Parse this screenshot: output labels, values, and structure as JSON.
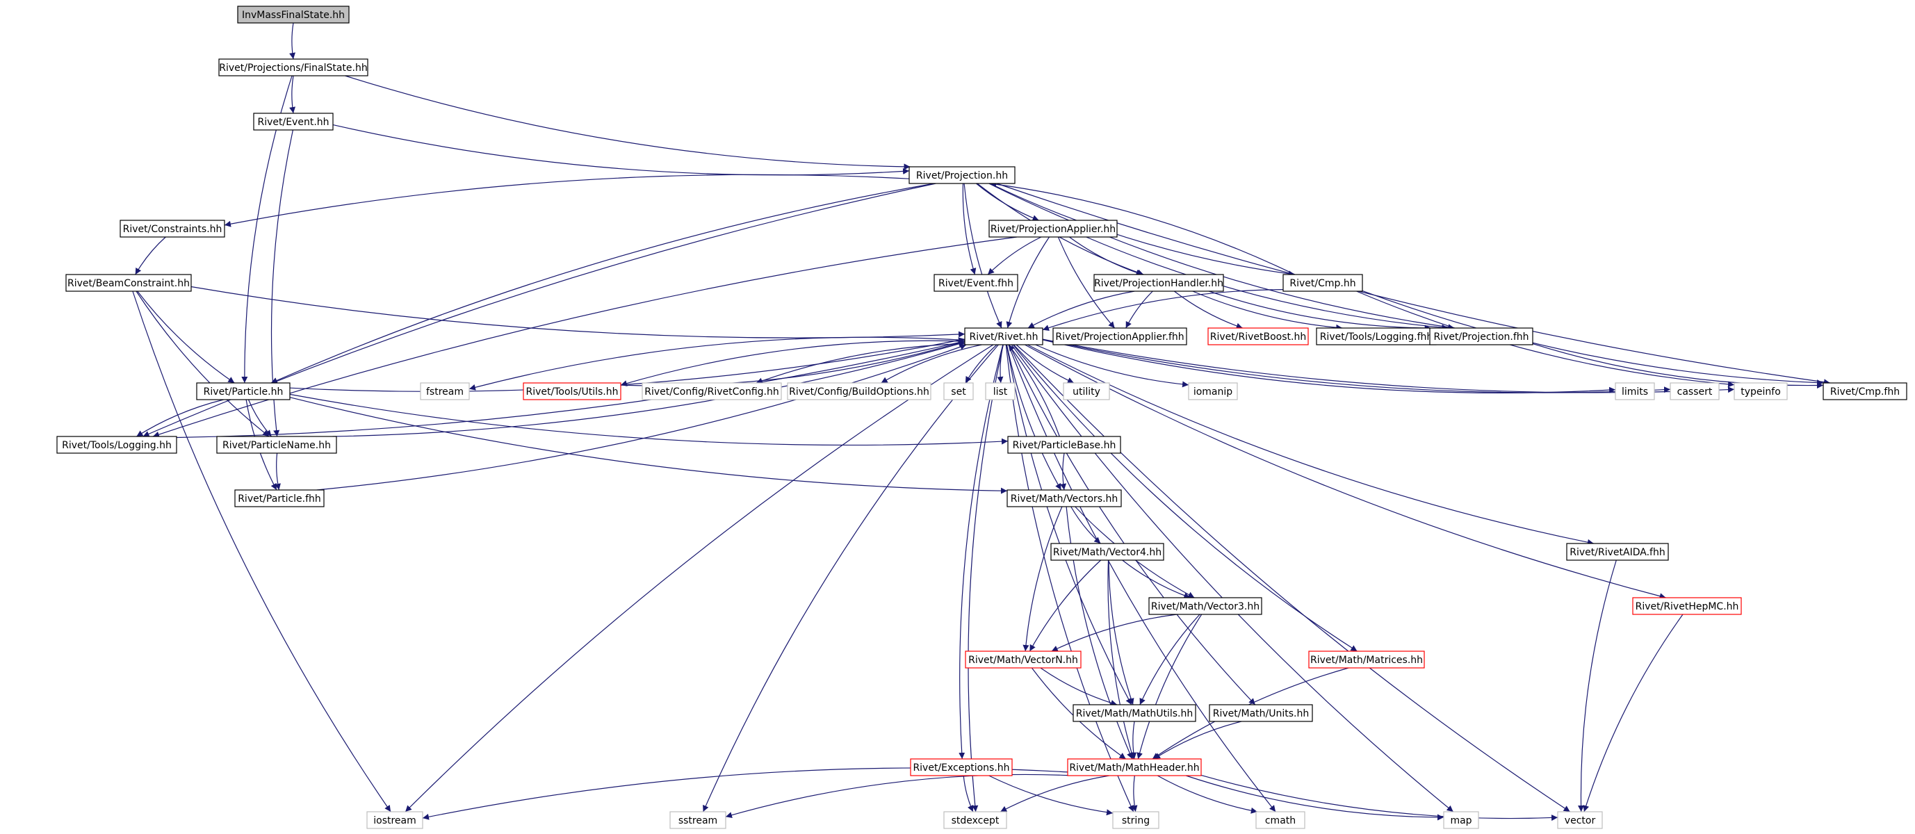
{
  "graph": {
    "colors": {
      "edge": "#191970",
      "border_normal": "#000000",
      "border_truncated": "#ff0000",
      "border_system": "#bfbfbf",
      "fill_root": "#bfbfbf",
      "fill_default": "#ffffff",
      "text": "#000000"
    },
    "nodes": [
      {
        "id": "root",
        "label": "InvMassFinalState.hh",
        "kind": "root"
      },
      {
        "id": "fs",
        "label": "Rivet/Projections/FinalState.hh",
        "kind": "normal"
      },
      {
        "id": "event",
        "label": "Rivet/Event.hh",
        "kind": "normal"
      },
      {
        "id": "proj",
        "label": "Rivet/Projection.hh",
        "kind": "normal"
      },
      {
        "id": "constraints",
        "label": "Rivet/Constraints.hh",
        "kind": "normal"
      },
      {
        "id": "projapp",
        "label": "Rivet/ProjectionApplier.hh",
        "kind": "normal"
      },
      {
        "id": "beamc",
        "label": "Rivet/BeamConstraint.hh",
        "kind": "normal"
      },
      {
        "id": "eventf",
        "label": "Rivet/Event.fhh",
        "kind": "normal"
      },
      {
        "id": "projhandler",
        "label": "Rivet/ProjectionHandler.hh",
        "kind": "normal"
      },
      {
        "id": "cmp",
        "label": "Rivet/Cmp.hh",
        "kind": "normal"
      },
      {
        "id": "rivet",
        "label": "Rivet/Rivet.hh",
        "kind": "normal"
      },
      {
        "id": "projappf",
        "label": "Rivet/ProjectionApplier.fhh",
        "kind": "normal"
      },
      {
        "id": "rivetboost",
        "label": "Rivet/RivetBoost.hh",
        "kind": "truncated"
      },
      {
        "id": "toolslogf",
        "label": "Rivet/Tools/Logging.fhh",
        "kind": "normal"
      },
      {
        "id": "projf",
        "label": "Rivet/Projection.fhh",
        "kind": "normal"
      },
      {
        "id": "particle",
        "label": "Rivet/Particle.hh",
        "kind": "normal"
      },
      {
        "id": "fstream",
        "label": "fstream",
        "kind": "system"
      },
      {
        "id": "utils",
        "label": "Rivet/Tools/Utils.hh",
        "kind": "truncated"
      },
      {
        "id": "rivetconfig",
        "label": "Rivet/Config/RivetConfig.hh",
        "kind": "system"
      },
      {
        "id": "buildopts",
        "label": "Rivet/Config/BuildOptions.hh",
        "kind": "system"
      },
      {
        "id": "set",
        "label": "set",
        "kind": "system"
      },
      {
        "id": "list",
        "label": "list",
        "kind": "system"
      },
      {
        "id": "utility",
        "label": "utility",
        "kind": "system"
      },
      {
        "id": "iomanip",
        "label": "iomanip",
        "kind": "system"
      },
      {
        "id": "limits",
        "label": "limits",
        "kind": "system"
      },
      {
        "id": "cassert",
        "label": "cassert",
        "kind": "system"
      },
      {
        "id": "typeinfo",
        "label": "typeinfo",
        "kind": "system"
      },
      {
        "id": "cmpf",
        "label": "Rivet/Cmp.fhh",
        "kind": "normal"
      },
      {
        "id": "toolslog",
        "label": "Rivet/Tools/Logging.hh",
        "kind": "normal"
      },
      {
        "id": "pname",
        "label": "Rivet/ParticleName.hh",
        "kind": "normal"
      },
      {
        "id": "pbase",
        "label": "Rivet/ParticleBase.hh",
        "kind": "normal"
      },
      {
        "id": "particlef",
        "label": "Rivet/Particle.fhh",
        "kind": "normal"
      },
      {
        "id": "vectors",
        "label": "Rivet/Math/Vectors.hh",
        "kind": "normal"
      },
      {
        "id": "vector4",
        "label": "Rivet/Math/Vector4.hh",
        "kind": "normal"
      },
      {
        "id": "vector3",
        "label": "Rivet/Math/Vector3.hh",
        "kind": "normal"
      },
      {
        "id": "vectorn",
        "label": "Rivet/Math/VectorN.hh",
        "kind": "truncated"
      },
      {
        "id": "matrices",
        "label": "Rivet/Math/Matrices.hh",
        "kind": "truncated"
      },
      {
        "id": "mathutils",
        "label": "Rivet/Math/MathUtils.hh",
        "kind": "normal"
      },
      {
        "id": "units",
        "label": "Rivet/Math/Units.hh",
        "kind": "normal"
      },
      {
        "id": "exceptions",
        "label": "Rivet/Exceptions.hh",
        "kind": "truncated"
      },
      {
        "id": "mathheader",
        "label": "Rivet/Math/MathHeader.hh",
        "kind": "truncated"
      },
      {
        "id": "aida",
        "label": "Rivet/RivetAIDA.fhh",
        "kind": "normal"
      },
      {
        "id": "hepmc",
        "label": "Rivet/RivetHepMC.hh",
        "kind": "truncated"
      },
      {
        "id": "iostream",
        "label": "iostream",
        "kind": "system"
      },
      {
        "id": "sstream",
        "label": "sstream",
        "kind": "system"
      },
      {
        "id": "stdexcept",
        "label": "stdexcept",
        "kind": "system"
      },
      {
        "id": "string",
        "label": "string",
        "kind": "system"
      },
      {
        "id": "cmath",
        "label": "cmath",
        "kind": "system"
      },
      {
        "id": "map",
        "label": "map",
        "kind": "system"
      },
      {
        "id": "vector",
        "label": "vector",
        "kind": "system"
      }
    ],
    "edges": [
      [
        "root",
        "fs"
      ],
      [
        "fs",
        "event"
      ],
      [
        "fs",
        "proj"
      ],
      [
        "fs",
        "particle"
      ],
      [
        "event",
        "proj"
      ],
      [
        "event",
        "pname"
      ],
      [
        "proj",
        "constraints"
      ],
      [
        "proj",
        "projapp"
      ],
      [
        "proj",
        "eventf"
      ],
      [
        "proj",
        "projhandler"
      ],
      [
        "proj",
        "cmp"
      ],
      [
        "proj",
        "rivet"
      ],
      [
        "proj",
        "projf"
      ],
      [
        "proj",
        "cmpf"
      ],
      [
        "proj",
        "toolslog"
      ],
      [
        "proj",
        "particle"
      ],
      [
        "constraints",
        "beamc"
      ],
      [
        "projapp",
        "eventf"
      ],
      [
        "projapp",
        "projhandler"
      ],
      [
        "projapp",
        "rivet"
      ],
      [
        "projapp",
        "projappf"
      ],
      [
        "projapp",
        "projf"
      ],
      [
        "projapp",
        "toolslog"
      ],
      [
        "beamc",
        "rivet"
      ],
      [
        "beamc",
        "particle"
      ],
      [
        "beamc",
        "pname"
      ],
      [
        "beamc",
        "iostream"
      ],
      [
        "projhandler",
        "rivet"
      ],
      [
        "projhandler",
        "projappf"
      ],
      [
        "projhandler",
        "rivetboost"
      ],
      [
        "projhandler",
        "toolslogf"
      ],
      [
        "projhandler",
        "projf"
      ],
      [
        "cmp",
        "proj"
      ],
      [
        "cmp",
        "rivet"
      ],
      [
        "cmp",
        "cmpf"
      ],
      [
        "cmp",
        "typeinfo"
      ],
      [
        "projf",
        "cmpf"
      ],
      [
        "rivet",
        "fstream"
      ],
      [
        "rivet",
        "utils"
      ],
      [
        "rivet",
        "rivetconfig"
      ],
      [
        "rivet",
        "buildopts"
      ],
      [
        "rivet",
        "set"
      ],
      [
        "rivet",
        "list"
      ],
      [
        "rivet",
        "utility"
      ],
      [
        "rivet",
        "iomanip"
      ],
      [
        "rivet",
        "limits"
      ],
      [
        "rivet",
        "cassert"
      ],
      [
        "rivet",
        "typeinfo"
      ],
      [
        "rivet",
        "iostream"
      ],
      [
        "rivet",
        "sstream"
      ],
      [
        "rivet",
        "stdexcept"
      ],
      [
        "rivet",
        "string"
      ],
      [
        "rivet",
        "cmath"
      ],
      [
        "rivet",
        "map"
      ],
      [
        "rivet",
        "vector"
      ],
      [
        "rivet",
        "exceptions"
      ],
      [
        "rivet",
        "vectors"
      ],
      [
        "rivet",
        "mathutils"
      ],
      [
        "rivet",
        "units"
      ],
      [
        "rivet",
        "matrices"
      ],
      [
        "rivet",
        "aida"
      ],
      [
        "rivet",
        "hepmc"
      ],
      [
        "utils",
        "rivet"
      ],
      [
        "particle",
        "rivet"
      ],
      [
        "pname",
        "rivet"
      ],
      [
        "particlef",
        "rivet"
      ],
      [
        "pbase",
        "rivet"
      ],
      [
        "toolslog",
        "rivet"
      ],
      [
        "particle",
        "toolslog"
      ],
      [
        "particle",
        "pname"
      ],
      [
        "particle",
        "particlef"
      ],
      [
        "particle",
        "pbase"
      ],
      [
        "particle",
        "vectors"
      ],
      [
        "pname",
        "particlef"
      ],
      [
        "pbase",
        "vectors"
      ],
      [
        "vectors",
        "vector4"
      ],
      [
        "vectors",
        "vector3"
      ],
      [
        "vectors",
        "vectorn"
      ],
      [
        "vectors",
        "mathheader"
      ],
      [
        "vector4",
        "vector3"
      ],
      [
        "vector4",
        "vectorn"
      ],
      [
        "vector4",
        "mathutils"
      ],
      [
        "vector4",
        "mathheader"
      ],
      [
        "vector3",
        "vectorn"
      ],
      [
        "vector3",
        "mathutils"
      ],
      [
        "vector3",
        "mathheader"
      ],
      [
        "vectorn",
        "mathutils"
      ],
      [
        "vectorn",
        "mathheader"
      ],
      [
        "mathutils",
        "mathheader"
      ],
      [
        "units",
        "mathheader"
      ],
      [
        "matrices",
        "mathheader"
      ],
      [
        "exceptions",
        "stdexcept"
      ],
      [
        "exceptions",
        "string"
      ],
      [
        "mathheader",
        "iostream"
      ],
      [
        "mathheader",
        "sstream"
      ],
      [
        "mathheader",
        "stdexcept"
      ],
      [
        "mathheader",
        "string"
      ],
      [
        "mathheader",
        "cmath"
      ],
      [
        "mathheader",
        "map"
      ],
      [
        "mathheader",
        "vector"
      ],
      [
        "aida",
        "vector"
      ],
      [
        "hepmc",
        "vector"
      ]
    ]
  }
}
